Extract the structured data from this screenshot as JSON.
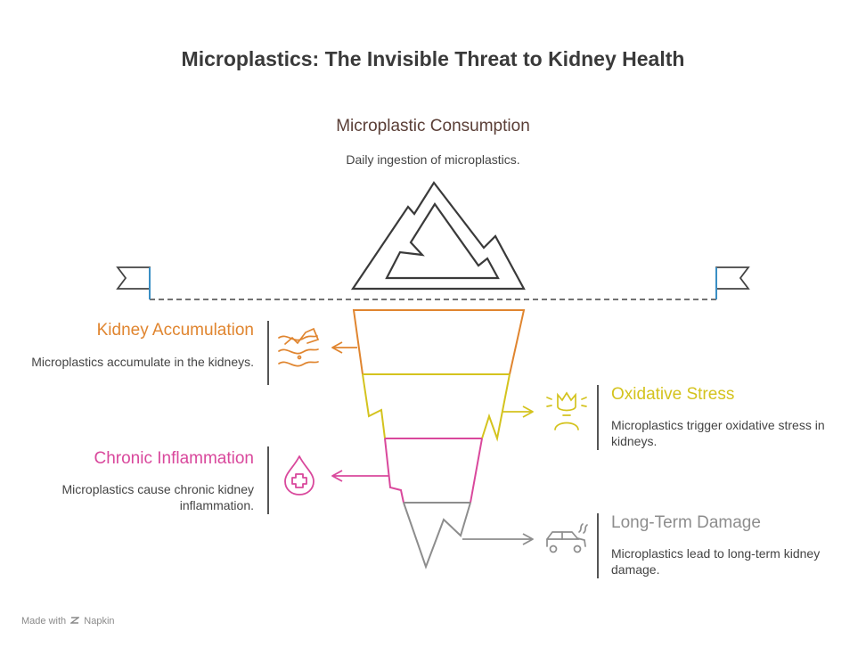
{
  "title": "Microplastics: The Invisible Threat to Kidney Health",
  "top": {
    "heading": "Microplastic Consumption",
    "description": "Daily ingestion of microplastics."
  },
  "stages": {
    "kidney": {
      "heading": "Kidney Accumulation",
      "description": "Microplastics accumulate in the kidneys.",
      "color": "#e0852f",
      "icon": "kidney-icon"
    },
    "oxidative": {
      "heading": "Oxidative Stress",
      "description": "Microplastics trigger oxidative stress in kidneys.",
      "color": "#d4c31e",
      "icon": "stressed-person-icon"
    },
    "inflammation": {
      "heading": "Chronic Inflammation",
      "description": "Microplastics cause chronic kidney inflammation.",
      "color": "#d9489c",
      "icon": "blood-drop-cross-icon"
    },
    "damage": {
      "heading": "Long-Term Damage",
      "description": "Microplastics lead to long-term kidney damage.",
      "color": "#8d8d8d",
      "icon": "broken-car-icon"
    }
  },
  "footer": {
    "prefix": "Made with",
    "brand": "Napkin"
  }
}
